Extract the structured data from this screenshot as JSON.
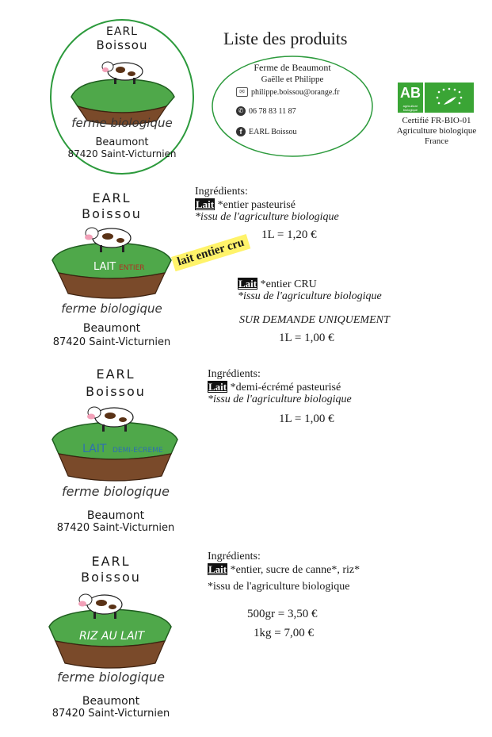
{
  "header": {
    "farm_earl": "EARL",
    "farm_name": "Boissou",
    "farm_tag": "ferme biologique",
    "farm_town": "Beaumont",
    "farm_address": "87420 Saint-Victurnien",
    "title": "Liste des produits",
    "contact": {
      "name": "Ferme de Beaumont",
      "people": "Gaëlle et Philippe",
      "email": "philippe.boissou@orange.fr",
      "phone": "06 78 83 11 87",
      "facebook": "EARL Boissou"
    },
    "cert": {
      "badge": "AB",
      "badge_small": "agriculture biologique",
      "line1": "Certifié FR-BIO-01",
      "line2": "Agriculture biologique",
      "line3": "France"
    }
  },
  "logos": {
    "earl": "EARL",
    "name": "Boissou",
    "tag": "ferme biologique",
    "town": "Beaumont",
    "address": "87420 Saint-Victurnien",
    "label1a": "LAIT",
    "label1b": "ENTIER",
    "label2a": "LAIT",
    "label2b": "DEMI-ECREME",
    "label3": "RIZ AU LAIT"
  },
  "products": {
    "p1": {
      "ingredients": "Ingrédients:",
      "lait": "Lait",
      "desc": "*entier pasteurisé",
      "bio": "*issu de l'agriculture biologique",
      "price": "1L = 1,20 €"
    },
    "p2": {
      "sticker": "lait entier cru",
      "lait": "Lait",
      "desc": "*entier CRU",
      "bio": "*issu de l'agriculture biologique",
      "note": "SUR DEMANDE UNIQUEMENT",
      "price": "1L = 1,00 €"
    },
    "p3": {
      "ingredients": "Ingrédients:",
      "lait": "Lait",
      "desc": "*demi-écrémé pasteurisé",
      "bio": "*issu de l'agriculture biologique",
      "price": "1L = 1,00 €"
    },
    "p4": {
      "ingredients": "Ingrédients:",
      "lait": "Lait",
      "desc": "*entier, sucre de canne*, riz*",
      "bio": "*issu de l'agriculture biologique",
      "price1": "500gr = 3,50 €",
      "price2": "1kg = 7,00 €"
    }
  },
  "colors": {
    "grass": "#4fa84a",
    "soil": "#7a4a2a",
    "ab_green": "#3aa535",
    "sticker": "#fff36a"
  }
}
